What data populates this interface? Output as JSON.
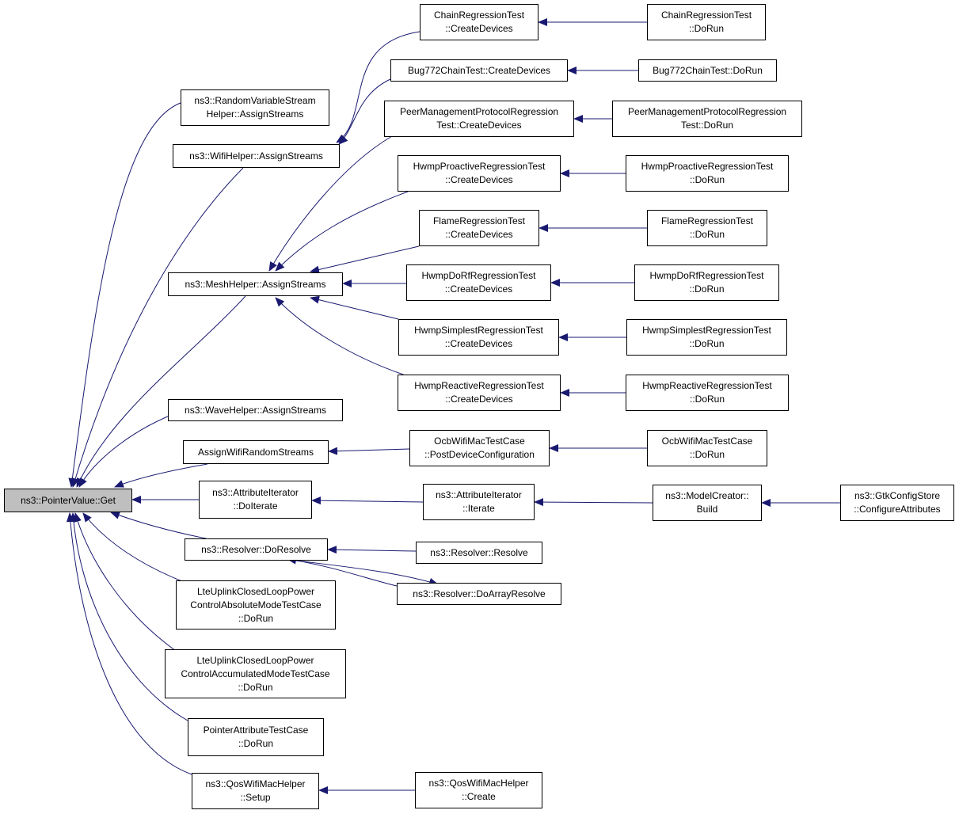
{
  "edge_color": "#191970",
  "root_fill": "#bfbfbf",
  "nodes": {
    "root": "ns3::PointerValue::Get",
    "rvsh": "ns3::RandomVariableStream\nHelper::AssignStreams",
    "wifiH": "ns3::WifiHelper::AssignStreams",
    "meshH": "ns3::MeshHelper::AssignStreams",
    "waveH": "ns3::WaveHelper::AssignStreams",
    "awrs": "AssignWifiRandomStreams",
    "attrIt": "ns3::AttributeIterator\n::DoIterate",
    "resDo": "ns3::Resolver::DoResolve",
    "lteAbs": "LteUplinkClosedLoopPower\nControlAbsoluteModeTestCase\n::DoRun",
    "lteAcc": "LteUplinkClosedLoopPower\nControlAccumulatedModeTestCase\n::DoRun",
    "ptrTest": "PointerAttributeTestCase\n::DoRun",
    "qosSetup": "ns3::QosWifiMacHelper\n::Setup",
    "chainCD": "ChainRegressionTest\n::CreateDevices",
    "bugCD": "Bug772ChainTest::CreateDevices",
    "peerCD": "PeerManagementProtocolRegression\nTest::CreateDevices",
    "hproCD": "HwmpProactiveRegressionTest\n::CreateDevices",
    "flameCD": "FlameRegressionTest\n::CreateDevices",
    "hdorfCD": "HwmpDoRfRegressionTest\n::CreateDevices",
    "hsimpCD": "HwmpSimplestRegressionTest\n::CreateDevices",
    "hreacCD": "HwmpReactiveRegressionTest\n::CreateDevices",
    "ocbPDC": "OcbWifiMacTestCase\n::PostDeviceConfiguration",
    "attrIter": "ns3::AttributeIterator\n::Iterate",
    "resRes": "ns3::Resolver::Resolve",
    "resArr": "ns3::Resolver::DoArrayResolve",
    "qosCreate": "ns3::QosWifiMacHelper\n::Create",
    "chainRun": "ChainRegressionTest\n::DoRun",
    "bugRun": "Bug772ChainTest::DoRun",
    "peerRun": "PeerManagementProtocolRegression\nTest::DoRun",
    "hproRun": "HwmpProactiveRegressionTest\n::DoRun",
    "flameRun": "FlameRegressionTest\n::DoRun",
    "hdorfRun": "HwmpDoRfRegressionTest\n::DoRun",
    "hsimpRun": "HwmpSimplestRegressionTest\n::DoRun",
    "hreacRun": "HwmpReactiveRegressionTest\n::DoRun",
    "ocbRun": "OcbWifiMacTestCase\n::DoRun",
    "mcBuild": "ns3::ModelCreator::\nBuild",
    "gtk": "ns3::GtkConfigStore\n::ConfigureAttributes"
  },
  "edges": [
    [
      "rvsh",
      "root"
    ],
    [
      "wifiH",
      "root"
    ],
    [
      "meshH",
      "root"
    ],
    [
      "waveH",
      "root"
    ],
    [
      "awrs",
      "root"
    ],
    [
      "attrIt",
      "root"
    ],
    [
      "resDo",
      "root"
    ],
    [
      "lteAbs",
      "root"
    ],
    [
      "lteAcc",
      "root"
    ],
    [
      "ptrTest",
      "root"
    ],
    [
      "qosSetup",
      "root"
    ],
    [
      "chainCD",
      "wifiH"
    ],
    [
      "bugCD",
      "wifiH"
    ],
    [
      "peerCD",
      "meshH"
    ],
    [
      "hproCD",
      "meshH"
    ],
    [
      "flameCD",
      "meshH"
    ],
    [
      "hdorfCD",
      "meshH"
    ],
    [
      "hsimpCD",
      "meshH"
    ],
    [
      "hreacCD",
      "meshH"
    ],
    [
      "ocbPDC",
      "awrs"
    ],
    [
      "attrIter",
      "attrIt"
    ],
    [
      "resRes",
      "resDo"
    ],
    [
      "resArr",
      "resDo"
    ],
    [
      "resDo",
      "resArr"
    ],
    [
      "qosCreate",
      "qosSetup"
    ],
    [
      "chainRun",
      "chainCD"
    ],
    [
      "bugRun",
      "bugCD"
    ],
    [
      "peerRun",
      "peerCD"
    ],
    [
      "hproRun",
      "hproCD"
    ],
    [
      "flameRun",
      "flameCD"
    ],
    [
      "hdorfRun",
      "hdorfCD"
    ],
    [
      "hsimpRun",
      "hsimpCD"
    ],
    [
      "hreacRun",
      "hreacCD"
    ],
    [
      "ocbRun",
      "ocbPDC"
    ],
    [
      "mcBuild",
      "attrIter"
    ],
    [
      "gtk",
      "mcBuild"
    ]
  ]
}
